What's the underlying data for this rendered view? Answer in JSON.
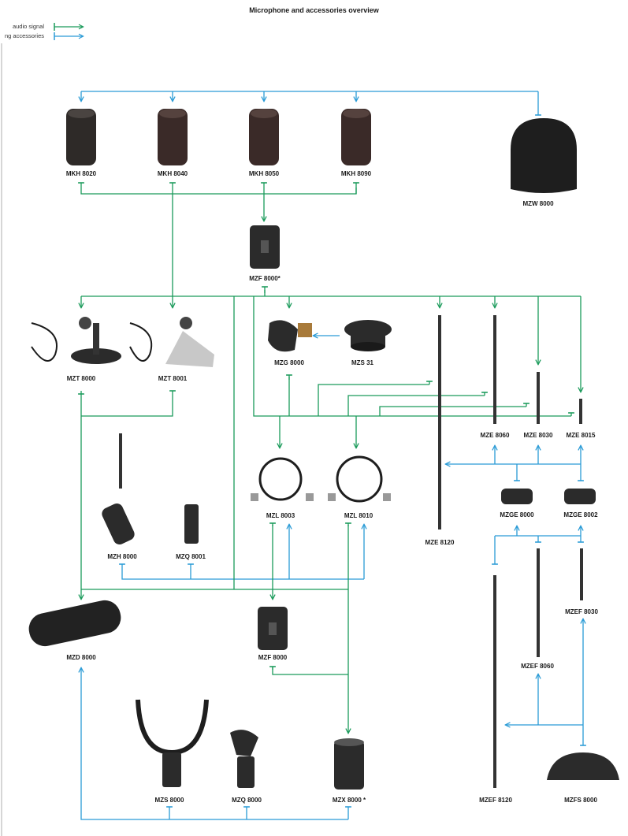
{
  "title": "Microphone and accessories overview",
  "legend": [
    {
      "label": "audio signal",
      "color": "#1a9a5a"
    },
    {
      "label": "ng accessories",
      "color": "#2a9bd6"
    }
  ],
  "colors": {
    "audio": "#1a9a5a",
    "accessory": "#2a9bd6",
    "device": "#2b2b2b"
  },
  "products": {
    "mkh8020": "MKH 8020",
    "mkh8040": "MKH 8040",
    "mkh8050": "MKH 8050",
    "mkh8090": "MKH 8090",
    "mzw8000": "MZW 8000",
    "mzf8000_top": "MZF 8000*",
    "mzt8000": "MZT 8000",
    "mzt8001": "MZT 8001",
    "mzg8000": "MZG 8000",
    "mzs31": "MZS 31",
    "mze8060": "MZE 8060",
    "mze8030": "MZE 8030",
    "mze8015": "MZE 8015",
    "mzl8003": "MZL 8003",
    "mzl8010": "MZL 8010",
    "mze8120": "MZE 8120",
    "mzge8000": "MZGE 8000",
    "mzge8002": "MZGE 8002",
    "mzh8000": "MZH 8000",
    "mzq8001": "MZQ 8001",
    "mzef8030": "MZEF 8030",
    "mzd8000": "MZD 8000",
    "mzf8000_mid": "MZF 8000",
    "mzef8060": "MZEF 8060",
    "mzs8000": "MZS 8000",
    "mzq8000": "MZQ 8000",
    "mzx8000": "MZX 8000 *",
    "mzef8120": "MZEF 8120",
    "mzfs8000": "MZFS 8000"
  }
}
